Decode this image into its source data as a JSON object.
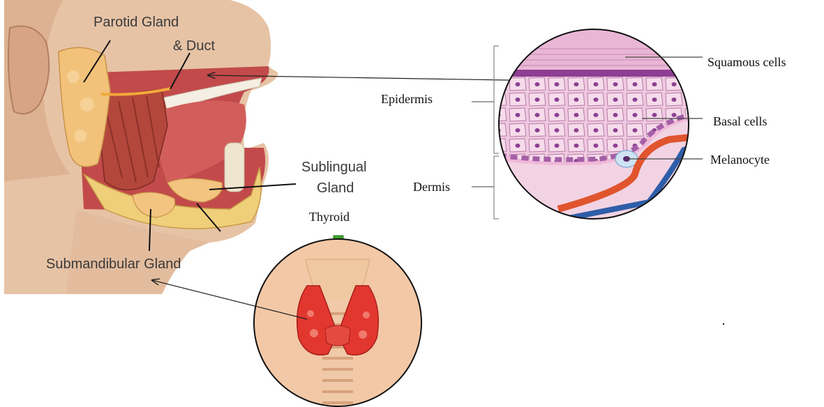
{
  "labels": {
    "parotid_line1": "Parotid Gland",
    "parotid_line2": "& Duct",
    "sublingual_line1": "Sublingual",
    "sublingual_line2": "Gland",
    "submandibular": "Submandibular Gland",
    "thyroid": "Thyroid",
    "epidermis": "Epidermis",
    "dermis": "Dermis",
    "squamous": "Squamous cells",
    "basal": "Basal cells",
    "melanocyte": "Melanocyte"
  },
  "colors": {
    "skin": "#e8c4a8",
    "skin_shadow": "#c99a7c",
    "muscle": "#b5473a",
    "gland": "#f2c27a",
    "mouth": "#c8494a",
    "tongue": "#d4605c",
    "teeth": "#f4efe2",
    "tissue_pink": "#e9b8d6",
    "cell_purple": "#9a4e9e",
    "vessel_red": "#e0552e",
    "vessel_blue": "#2f5ea8",
    "thyroid_bg": "#f3c8a6",
    "thyroid_red": "#e2372f",
    "arrow_green": "#3ea32e"
  },
  "icons": {
    "thyroid_arrow": "down-arrow-icon"
  }
}
